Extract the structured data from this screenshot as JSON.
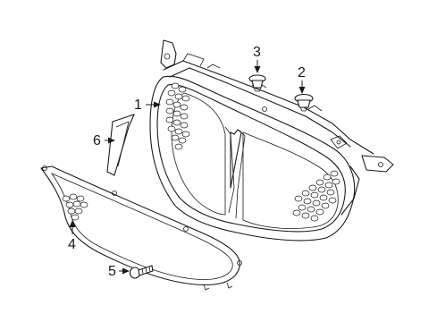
{
  "callouts": [
    {
      "id": "c1",
      "label": "1",
      "part": "grille-assembly"
    },
    {
      "id": "c2",
      "label": "2",
      "part": "push-clip"
    },
    {
      "id": "c3",
      "label": "3",
      "part": "retainer-clip"
    },
    {
      "id": "c4",
      "label": "4",
      "part": "lower-grille"
    },
    {
      "id": "c5",
      "label": "5",
      "part": "screw"
    },
    {
      "id": "c6",
      "label": "6",
      "part": "emblem"
    }
  ]
}
